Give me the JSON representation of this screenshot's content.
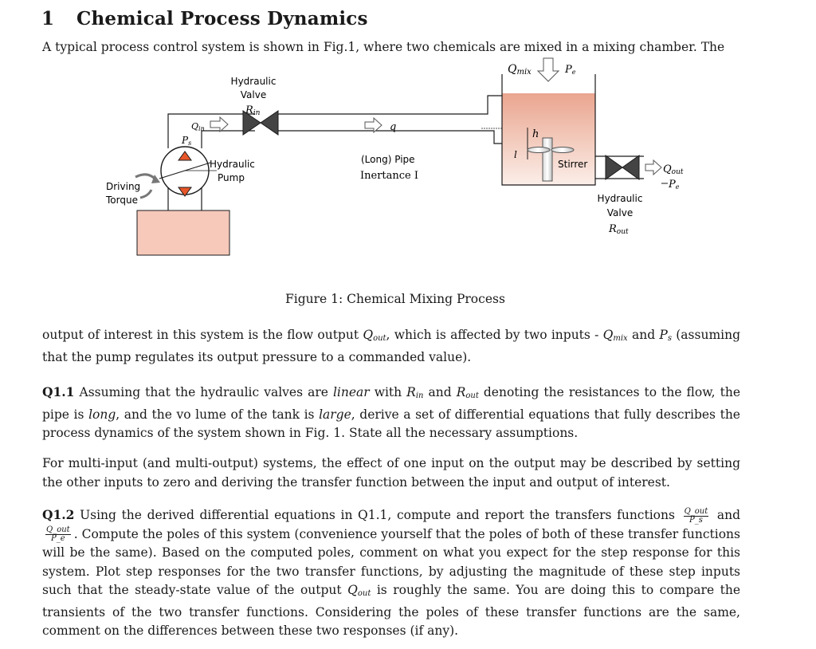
{
  "section": {
    "number": "1",
    "title": "Chemical Process Dynamics"
  },
  "intro": "A typical process control system is shown in Fig.1, where two chemicals are mixed in a mixing chamber. The",
  "figure": {
    "caption": "Figure 1: Chemical Mixing Process",
    "labels": {
      "valve_in_1": "Hydraulic",
      "valve_in_2": "Valve",
      "valve_in_r": "R",
      "valve_in_r_sub": "in",
      "qin": "Q",
      "qin_sub": "in",
      "ps": "P",
      "ps_sub": "s",
      "pump_1": "Hydraulic",
      "pump_2": "Pump",
      "torque_1": "Driving",
      "torque_2": "Torque",
      "q": "q",
      "pipe_1": "(Long) Pipe",
      "pipe_2": "Inertance I",
      "qmix": "Q",
      "qmix_sub": "mix",
      "pe_top": "P",
      "pe_top_sub": "e",
      "h": "h",
      "l": "l",
      "stirrer": "Stirrer",
      "qout": "Q",
      "qout_sub": "out",
      "pe_right": "P",
      "pe_right_sub": "e",
      "valve_out_1": "Hydraulic",
      "valve_out_2": "Valve",
      "valve_out_r": "R",
      "valve_out_r_sub": "out"
    }
  },
  "para_output": {
    "t1": "output of interest in this system is the flow output ",
    "qout": "Q",
    "qout_sub": "out",
    "t2": ", which is affected by two inputs - ",
    "qmix": "Q",
    "qmix_sub": "mix",
    "t3": " and ",
    "ps": "P",
    "ps_sub": "s",
    "t4": " (assuming that the pump regulates its output pressure to a commanded value)."
  },
  "q11": {
    "label": "Q1.1",
    "t1": " Assuming that the hydraulic valves are ",
    "linear": "linear",
    "t2": " with ",
    "rin": "R",
    "rin_sub": "in",
    "t3": " and ",
    "rout": "R",
    "rout_sub": "out",
    "t4": " denoting the resistances to the flow, the pipe is ",
    "long": "long",
    "t5": ", and the vo lume of the tank is ",
    "large": "large",
    "t6": ", derive a set of differential equations that fully describes the process dynamics of the system shown in Fig. 1. State all the necessary assumptions."
  },
  "para_multi": "For multi-input (and multi-output) systems, the effect of one input on the output may be described by setting the other inputs to zero and deriving the transfer function between the input and output of interest.",
  "q12": {
    "label": "Q1.2",
    "t1": " Using the derived differential equations in Q1.1, compute and report the transfers functions ",
    "f1_num": "Q_out",
    "f1_den": "P_s",
    "and": " and",
    "f2_num": "Q_out",
    "f2_den": "P_e",
    "t2": ". Compute the poles of this system (convenience yourself that the poles of both of these transfer functions will be the same). Based on the computed poles, comment on what you expect for the step response for this system. Plot step responses for the two transfer functions, by adjusting the magnitude of these step inputs such that the steady-state value of the output ",
    "qout": "Q",
    "qout_sub": "out",
    "t3": " is roughly the same. You are doing this to compare the transients of the two transfer functions. Considering the poles of these transfer functions are the same, comment on the differences between these two responses (if any)."
  },
  "colors": {
    "tank_fill_top": "#eaa58f",
    "tank_fill_bottom": "#fbeee8",
    "pump_base": "#f6c9ba",
    "triangle_red": "#e8572a",
    "stroke": "#1a1a1a"
  }
}
